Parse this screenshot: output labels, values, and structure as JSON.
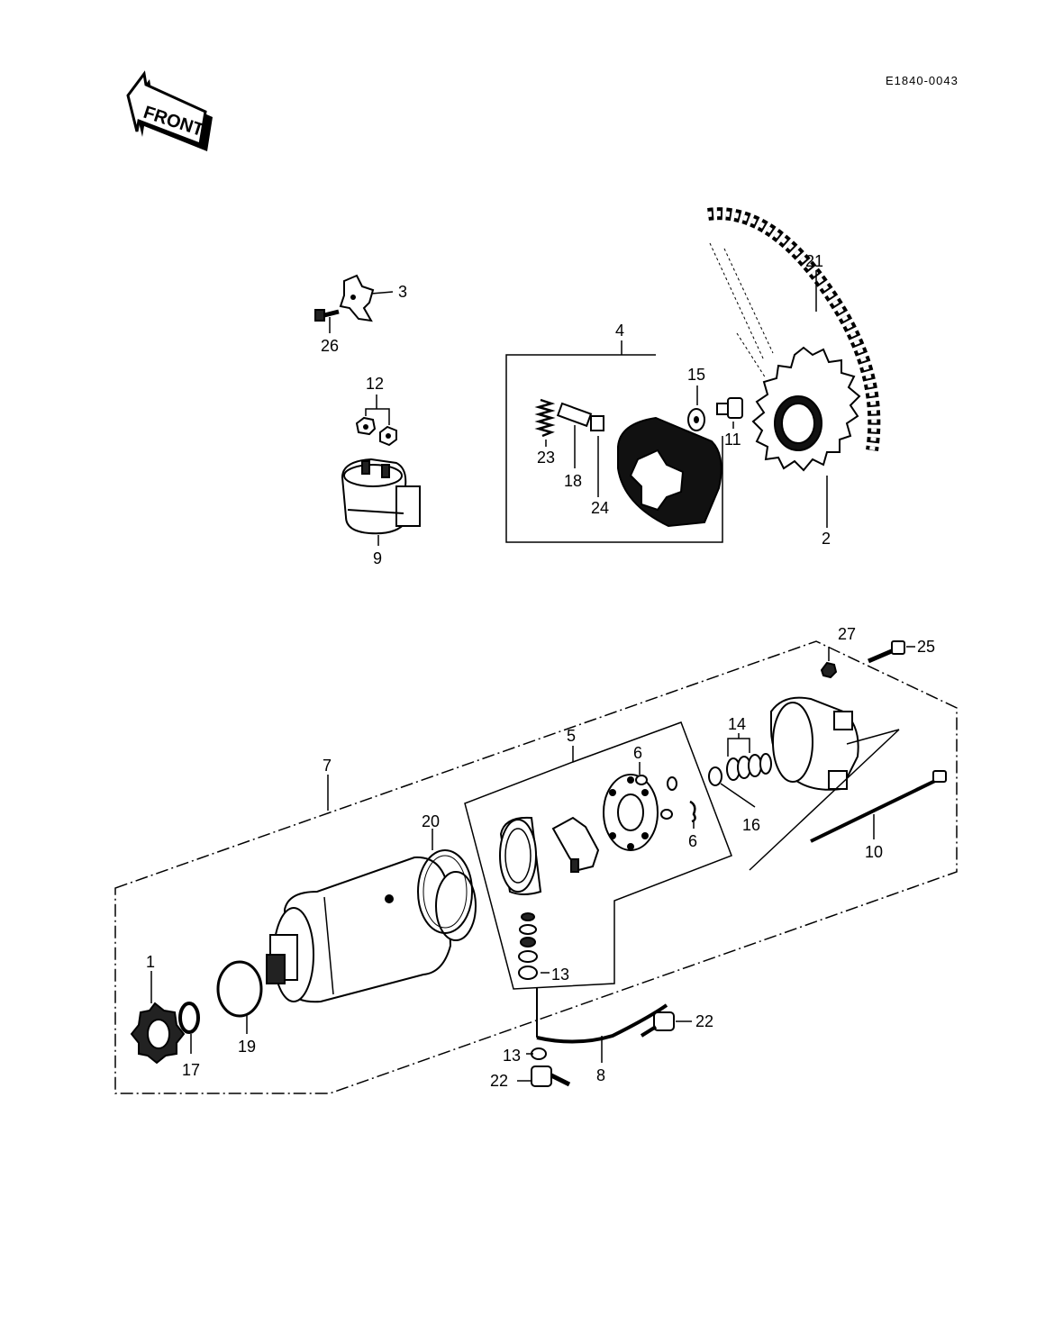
{
  "header": {
    "diagram_code": "E1840-0043",
    "front_label": "FRONT"
  },
  "callouts": {
    "c1": "1",
    "c2": "2",
    "c3": "3",
    "c4": "4",
    "c5": "5",
    "c6a": "6",
    "c6b": "6",
    "c7": "7",
    "c8": "8",
    "c9": "9",
    "c10": "10",
    "c11": "11",
    "c12": "12",
    "c13a": "13",
    "c13b": "13",
    "c14": "14",
    "c15": "15",
    "c16": "16",
    "c17": "17",
    "c18": "18",
    "c19": "19",
    "c20": "20",
    "c21": "21",
    "c22a": "22",
    "c22b": "22",
    "c23": "23",
    "c24": "24",
    "c25": "25",
    "c26": "26",
    "c27": "27"
  }
}
